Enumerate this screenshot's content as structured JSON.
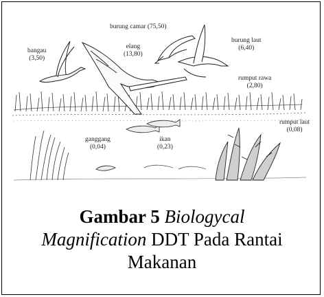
{
  "labels": {
    "bangau": {
      "name": "bangau",
      "value": "(3,50)"
    },
    "burung_camar": {
      "name": "burung camar",
      "value": "(75,50)"
    },
    "elang": {
      "name": "elang",
      "value": "(13,80)"
    },
    "burung_laut": {
      "name": "burung laut",
      "value": "(6,40)"
    },
    "rumput_rawa": {
      "name": "rumput rawa",
      "value": "(2,80)"
    },
    "rumput_laut": {
      "name": "rumput laut",
      "value": "(0,08)"
    },
    "ganggang": {
      "name": "ganggang",
      "value": "(0,04)"
    },
    "ikan": {
      "name": "ikan",
      "value": "(0,23)"
    }
  },
  "caption": {
    "number": "Gambar 5",
    "italic1": "Biologycal",
    "italic2": "Magnification",
    "rest": "DDT Pada Rantai Makanan"
  }
}
